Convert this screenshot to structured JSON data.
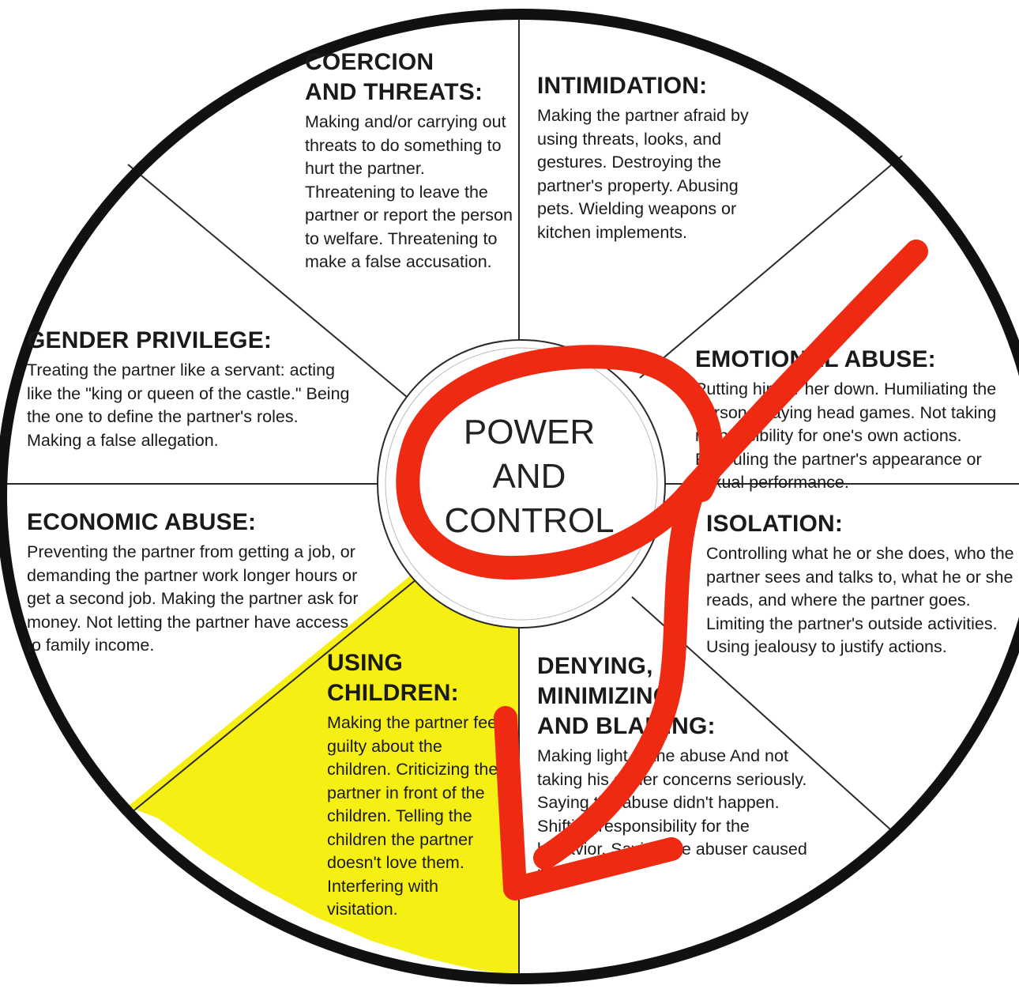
{
  "center": {
    "line1": "POWER",
    "line2": "AND",
    "line3": "CONTROL"
  },
  "segments": {
    "coercion": {
      "title": "COERCION\nAND THREATS:",
      "text": "Making and/or carrying out threats to do something to hurt the partner. Threatening to leave the partner or report the person to welfare. Threatening to make a false accusation."
    },
    "intimidation": {
      "title": "INTIMIDATION:",
      "text": "Making the partner afraid by using threats, looks, and gestures. Destroying the partner's property. Abusing pets. Wielding weapons or kitchen implements."
    },
    "gender": {
      "title": "GENDER PRIVILEGE:",
      "text": "Treating the partner like a servant: acting like the \"king or queen of the castle.\" Being the one to define the partner's roles. Making a false allegation."
    },
    "emotional": {
      "title": "EMOTIONAL ABUSE:",
      "text": "Putting him or her down. Humiliating the person. Playing head games. Not taking responsibility for one's own actions. Ridiculing the partner's appearance or sexual performance."
    },
    "economic": {
      "title": "ECONOMIC ABUSE:",
      "text": "Preventing the partner from getting a job, or demanding the partner work longer hours or get a second job. Making the partner ask for money. Not letting the partner have access to family income."
    },
    "isolation": {
      "title": "ISOLATION:",
      "text": "Controlling what he or she does, who the partner sees and talks to, what he or she reads, and where the partner goes. Limiting the partner's outside activities. Using jealousy to justify actions."
    },
    "children": {
      "title": "USING\nCHILDREN:",
      "text": "Making the partner feel guilty about the children. Criticizing the partner in front of the children. Telling the children the partner doesn't love them. Interfering with visitation."
    },
    "denying": {
      "title": "DENYING,\nMINIMIZING,\nAND BLAMING:",
      "text": "Making light of the abuse And not taking his or her concerns seriously. Saying the abuse didn't happen. Shifting responsibility for the behavior. Saying the abuser caused it."
    }
  },
  "colors": {
    "ring": "#111111",
    "divider": "#2a2a2a",
    "highlight": "#f5ef14",
    "annotation": "#ee2a12"
  }
}
